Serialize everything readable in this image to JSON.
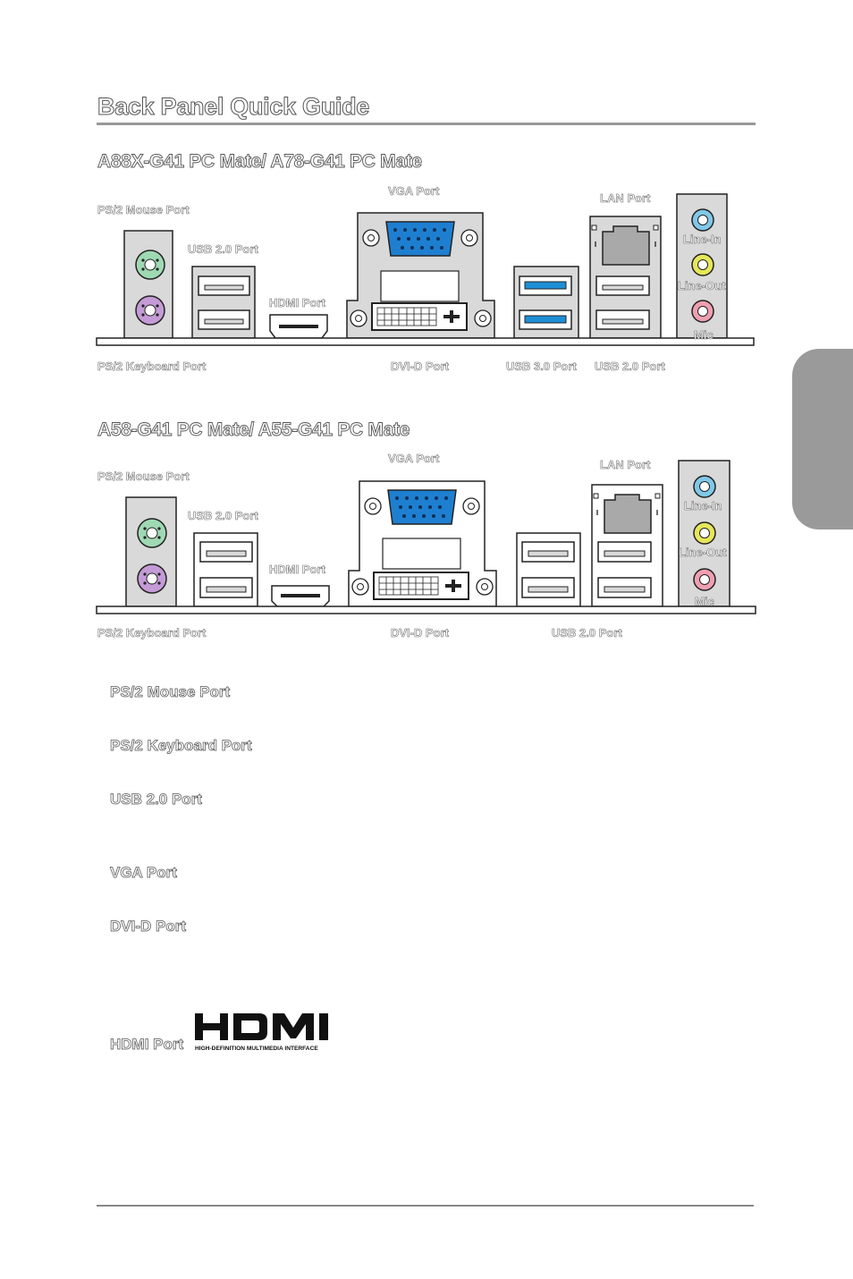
{
  "page": {
    "title": "Back Panel Quick Guide"
  },
  "sections": [
    {
      "title": "A88X-G41 PC Mate/ A78-G41 PC Mate",
      "labels": {
        "ps2_mouse": "PS/2 Mouse Port",
        "usb20_left": "USB 2.0 Port",
        "hdmi": "HDMI Port",
        "vga": "VGA Port",
        "lan": "LAN Port",
        "line_in": "Line-In",
        "line_out": "Line-Out",
        "mic": "Mic",
        "ps2_keyboard": "PS/2 Keyboard Port",
        "dvid": "DVI-D Port",
        "usb30": "USB 3.0 Port",
        "usb20_right": "USB 2.0 Port"
      }
    },
    {
      "title": "A58-G41 PC Mate/ A55-G41 PC Mate",
      "labels": {
        "ps2_mouse": "PS/2 Mouse Port",
        "usb20_left": "USB 2.0 Port",
        "hdmi": "HDMI Port",
        "vga": "VGA Port",
        "lan": "LAN Port",
        "line_in": "Line-In",
        "line_out": "Line-Out",
        "mic": "Mic",
        "ps2_keyboard": "PS/2 Keyboard Port",
        "dvid": "DVI-D Port",
        "usb20_right": "USB 2.0 Port"
      }
    }
  ],
  "descriptions": [
    {
      "title": "PS/2 Mouse Port"
    },
    {
      "title": "PS/2 Keyboard Port"
    },
    {
      "title": "USB 2.0 Port"
    },
    {
      "title": "VGA Port"
    },
    {
      "title": "DVI-D Port"
    },
    {
      "title": "HDMI Port"
    }
  ],
  "hdmi_logo": {
    "wordmark": "HDMI",
    "tagline": "HIGH-DEFINITION MULTIMEDIA INTERFACE"
  },
  "colors": {
    "ps2_mouse": "#9fd9b4",
    "ps2_keyboard": "#c49bd6",
    "usb30_blue": "#1e8fd6",
    "vga_blue": "#1e7fd0",
    "line_in": "#7fc8e8",
    "line_out": "#e6e65a",
    "mic": "#ef9fb0",
    "panel_gray": "#d9d9d9"
  }
}
